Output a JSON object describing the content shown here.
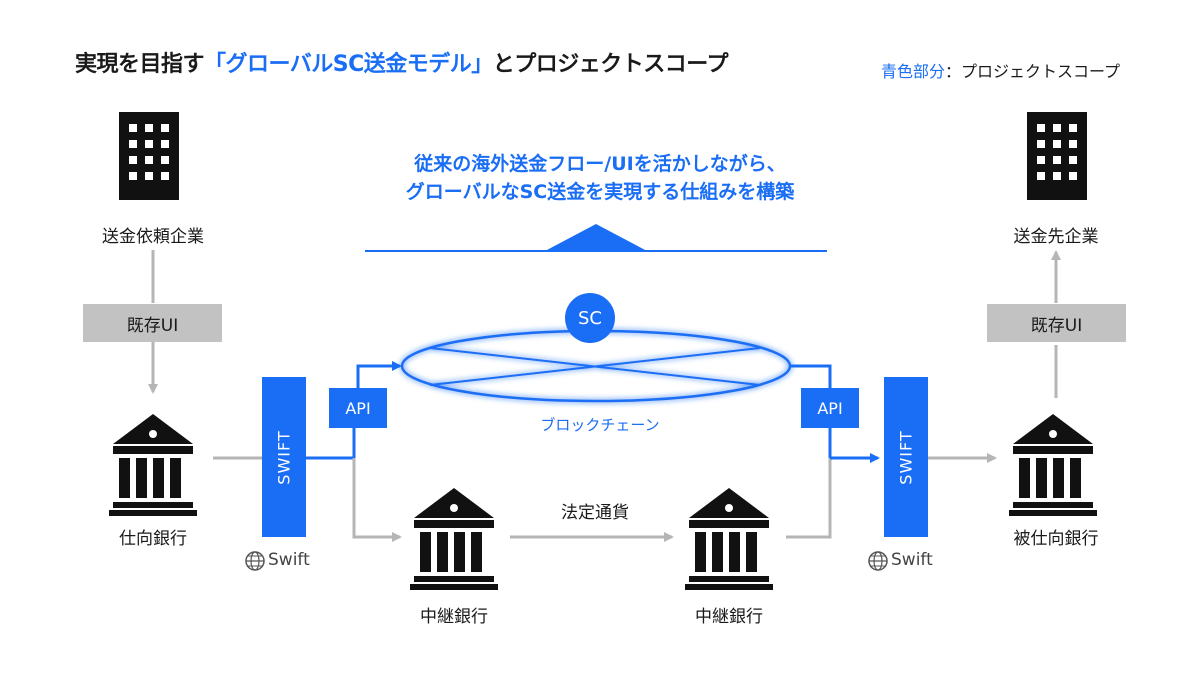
{
  "title": {
    "prefix": "実現を目指す",
    "highlight": "「グローバルSC送金モデル」",
    "suffix": "とプロジェクトスコープ"
  },
  "scope_note": {
    "blue_part": "青色部分",
    "rest": "：プロジェクトスコープ"
  },
  "headline": {
    "line1": "従来の海外送金フロー/UIを活かしながら、",
    "line2": "グローバルなSC送金を実現する仕組みを構築"
  },
  "nodes": {
    "sender_company": "送金依頼企業",
    "receiver_company": "送金先企業",
    "existing_ui_left": "既存UI",
    "existing_ui_right": "既存UI",
    "sending_bank": "仕向銀行",
    "receiving_bank": "被仕向銀行",
    "intermediary_bank_1": "中継銀行",
    "intermediary_bank_2": "中継銀行"
  },
  "swift_bar_left": "SWIFT",
  "swift_bar_right": "SWIFT",
  "api_left": "API",
  "api_right": "API",
  "sc": "SC",
  "blockchain": "ブロックチェーン",
  "fiat": "法定通貨",
  "swift_logo_left": "Swift",
  "swift_logo_right": "Swift",
  "colors": {
    "accent": "#1a6ef5",
    "gray_box": "#c2c2c2",
    "arrow_gray": "#b5b5b5",
    "icon_black": "#111111"
  }
}
